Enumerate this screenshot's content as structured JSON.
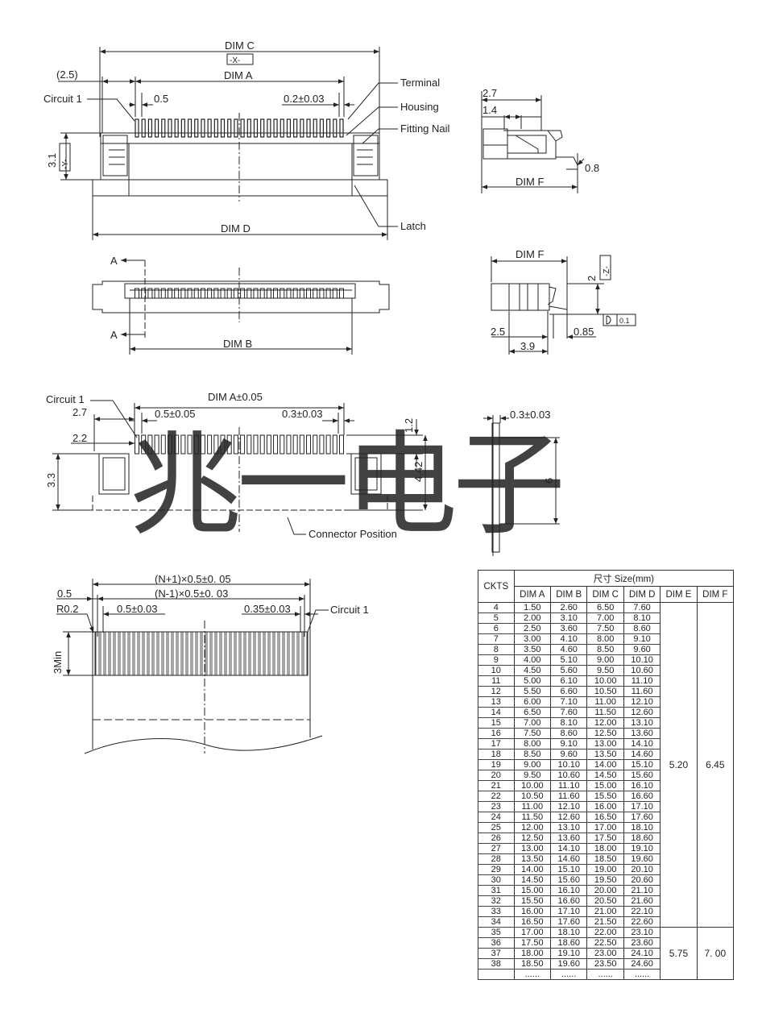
{
  "top_view": {
    "dim_c": "DIM C",
    "datum_x": "-X-",
    "paren": "(2.5)",
    "dim_a": "DIM A",
    "pitch": "0.5",
    "pitch_tol": "0.2±0.03",
    "circuit1": "Circuit 1",
    "terminal": "Terminal",
    "housing": "Housing",
    "fitting_nail": "Fitting Nail",
    "h31": "3.1",
    "datum_y": "-Y-",
    "latch": "Latch",
    "dim_d": "DIM D"
  },
  "side_view_1": {
    "d27": "2.7",
    "d14": "1.4",
    "d08": "0.8",
    "dim_f": "DIM F"
  },
  "bottom_view": {
    "mark_a1": "A",
    "mark_a2": "A",
    "dim_b": "DIM B"
  },
  "side_view_2": {
    "dim_f": "DIM F",
    "datum_z": "-Z-",
    "d2": "2",
    "flat_tol": "0.1",
    "d25": "2.5",
    "d085": "0.85",
    "d39": "3.9"
  },
  "pcb_layout": {
    "circuit1": "Circuit 1",
    "dim_a_tol": "DIM A±0.05",
    "d27": "2.7",
    "pitch": "0.5±0.05",
    "pad_w": "0.3±0.03",
    "d22": "2.2",
    "d33": "3.3",
    "d12": "1.2",
    "d442": "4.42",
    "d6": "6",
    "d03": "0.3±0.03",
    "conn_pos": "Connector Position"
  },
  "fpc": {
    "n_plus": "(N+1)×0.5±0. 05",
    "n_minus": "(N-1)×0.5±0. 03",
    "d05": "0.5",
    "r02": "R0.2",
    "pitch": "0.5±0.03",
    "width": "0.35±0.03",
    "circuit1": "Circuit 1",
    "min": "3Min"
  },
  "watermark": "兆一电子",
  "table": {
    "h_ckts": "CKTS",
    "h_size": "尺寸 Size(mm)",
    "h_a": "DIM A",
    "h_b": "DIM B",
    "h_c": "DIM C",
    "h_d": "DIM D",
    "h_e": "DIM E",
    "h_f": "DIM F",
    "e1": "5.20",
    "f1": "6.45",
    "e2": "5.75",
    "f2": "7. 00",
    "rows": [
      [
        "4",
        "1.50",
        "2.60",
        "6.50",
        "7.60"
      ],
      [
        "5",
        "2.00",
        "3.10",
        "7.00",
        "8.10"
      ],
      [
        "6",
        "2.50",
        "3.60",
        "7.50",
        "8.60"
      ],
      [
        "7",
        "3.00",
        "4.10",
        "8.00",
        "9.10"
      ],
      [
        "8",
        "3.50",
        "4.60",
        "8.50",
        "9.60"
      ],
      [
        "9",
        "4.00",
        "5.10",
        "9.00",
        "10.10"
      ],
      [
        "10",
        "4.50",
        "5.60",
        "9.50",
        "10.60"
      ],
      [
        "11",
        "5.00",
        "6.10",
        "10.00",
        "11.10"
      ],
      [
        "12",
        "5.50",
        "6.60",
        "10.50",
        "11.60"
      ],
      [
        "13",
        "6.00",
        "7.10",
        "11.00",
        "12.10"
      ],
      [
        "14",
        "6.50",
        "7.60",
        "11.50",
        "12.60"
      ],
      [
        "15",
        "7.00",
        "8.10",
        "12.00",
        "13.10"
      ],
      [
        "16",
        "7.50",
        "8.60",
        "12.50",
        "13.60"
      ],
      [
        "17",
        "8.00",
        "9.10",
        "13.00",
        "14.10"
      ],
      [
        "18",
        "8.50",
        "9.60",
        "13.50",
        "14.60"
      ],
      [
        "19",
        "9.00",
        "10.10",
        "14.00",
        "15.10"
      ],
      [
        "20",
        "9.50",
        "10.60",
        "14.50",
        "15.60"
      ],
      [
        "21",
        "10.00",
        "11.10",
        "15.00",
        "16.10"
      ],
      [
        "22",
        "10.50",
        "11.60",
        "15.50",
        "16.60"
      ],
      [
        "23",
        "11.00",
        "12.10",
        "16.00",
        "17.10"
      ],
      [
        "24",
        "11.50",
        "12.60",
        "16.50",
        "17.60"
      ],
      [
        "25",
        "12.00",
        "13.10",
        "17.00",
        "18.10"
      ],
      [
        "26",
        "12.50",
        "13.60",
        "17.50",
        "18.60"
      ],
      [
        "27",
        "13.00",
        "14.10",
        "18.00",
        "19.10"
      ],
      [
        "28",
        "13.50",
        "14.60",
        "18.50",
        "19.60"
      ],
      [
        "29",
        "14.00",
        "15.10",
        "19.00",
        "20.10"
      ],
      [
        "30",
        "14.50",
        "15.60",
        "19.50",
        "20.60"
      ],
      [
        "31",
        "15.00",
        "16.10",
        "20.00",
        "21.10"
      ],
      [
        "32",
        "15.50",
        "16.60",
        "20.50",
        "21.60"
      ],
      [
        "33",
        "16.00",
        "17.10",
        "21.00",
        "22.10"
      ],
      [
        "34",
        "16.50",
        "17.60",
        "21.50",
        "22.60"
      ],
      [
        "35",
        "17.00",
        "18.10",
        "22.00",
        "23.10"
      ],
      [
        "36",
        "17.50",
        "18.60",
        "22.50",
        "23.60"
      ],
      [
        "37",
        "18.00",
        "19.10",
        "23.00",
        "24.10"
      ],
      [
        "38",
        "18.50",
        "19.60",
        "23.50",
        "24.60"
      ],
      [
        "",
        "......",
        "......",
        "......",
        "......"
      ]
    ]
  }
}
